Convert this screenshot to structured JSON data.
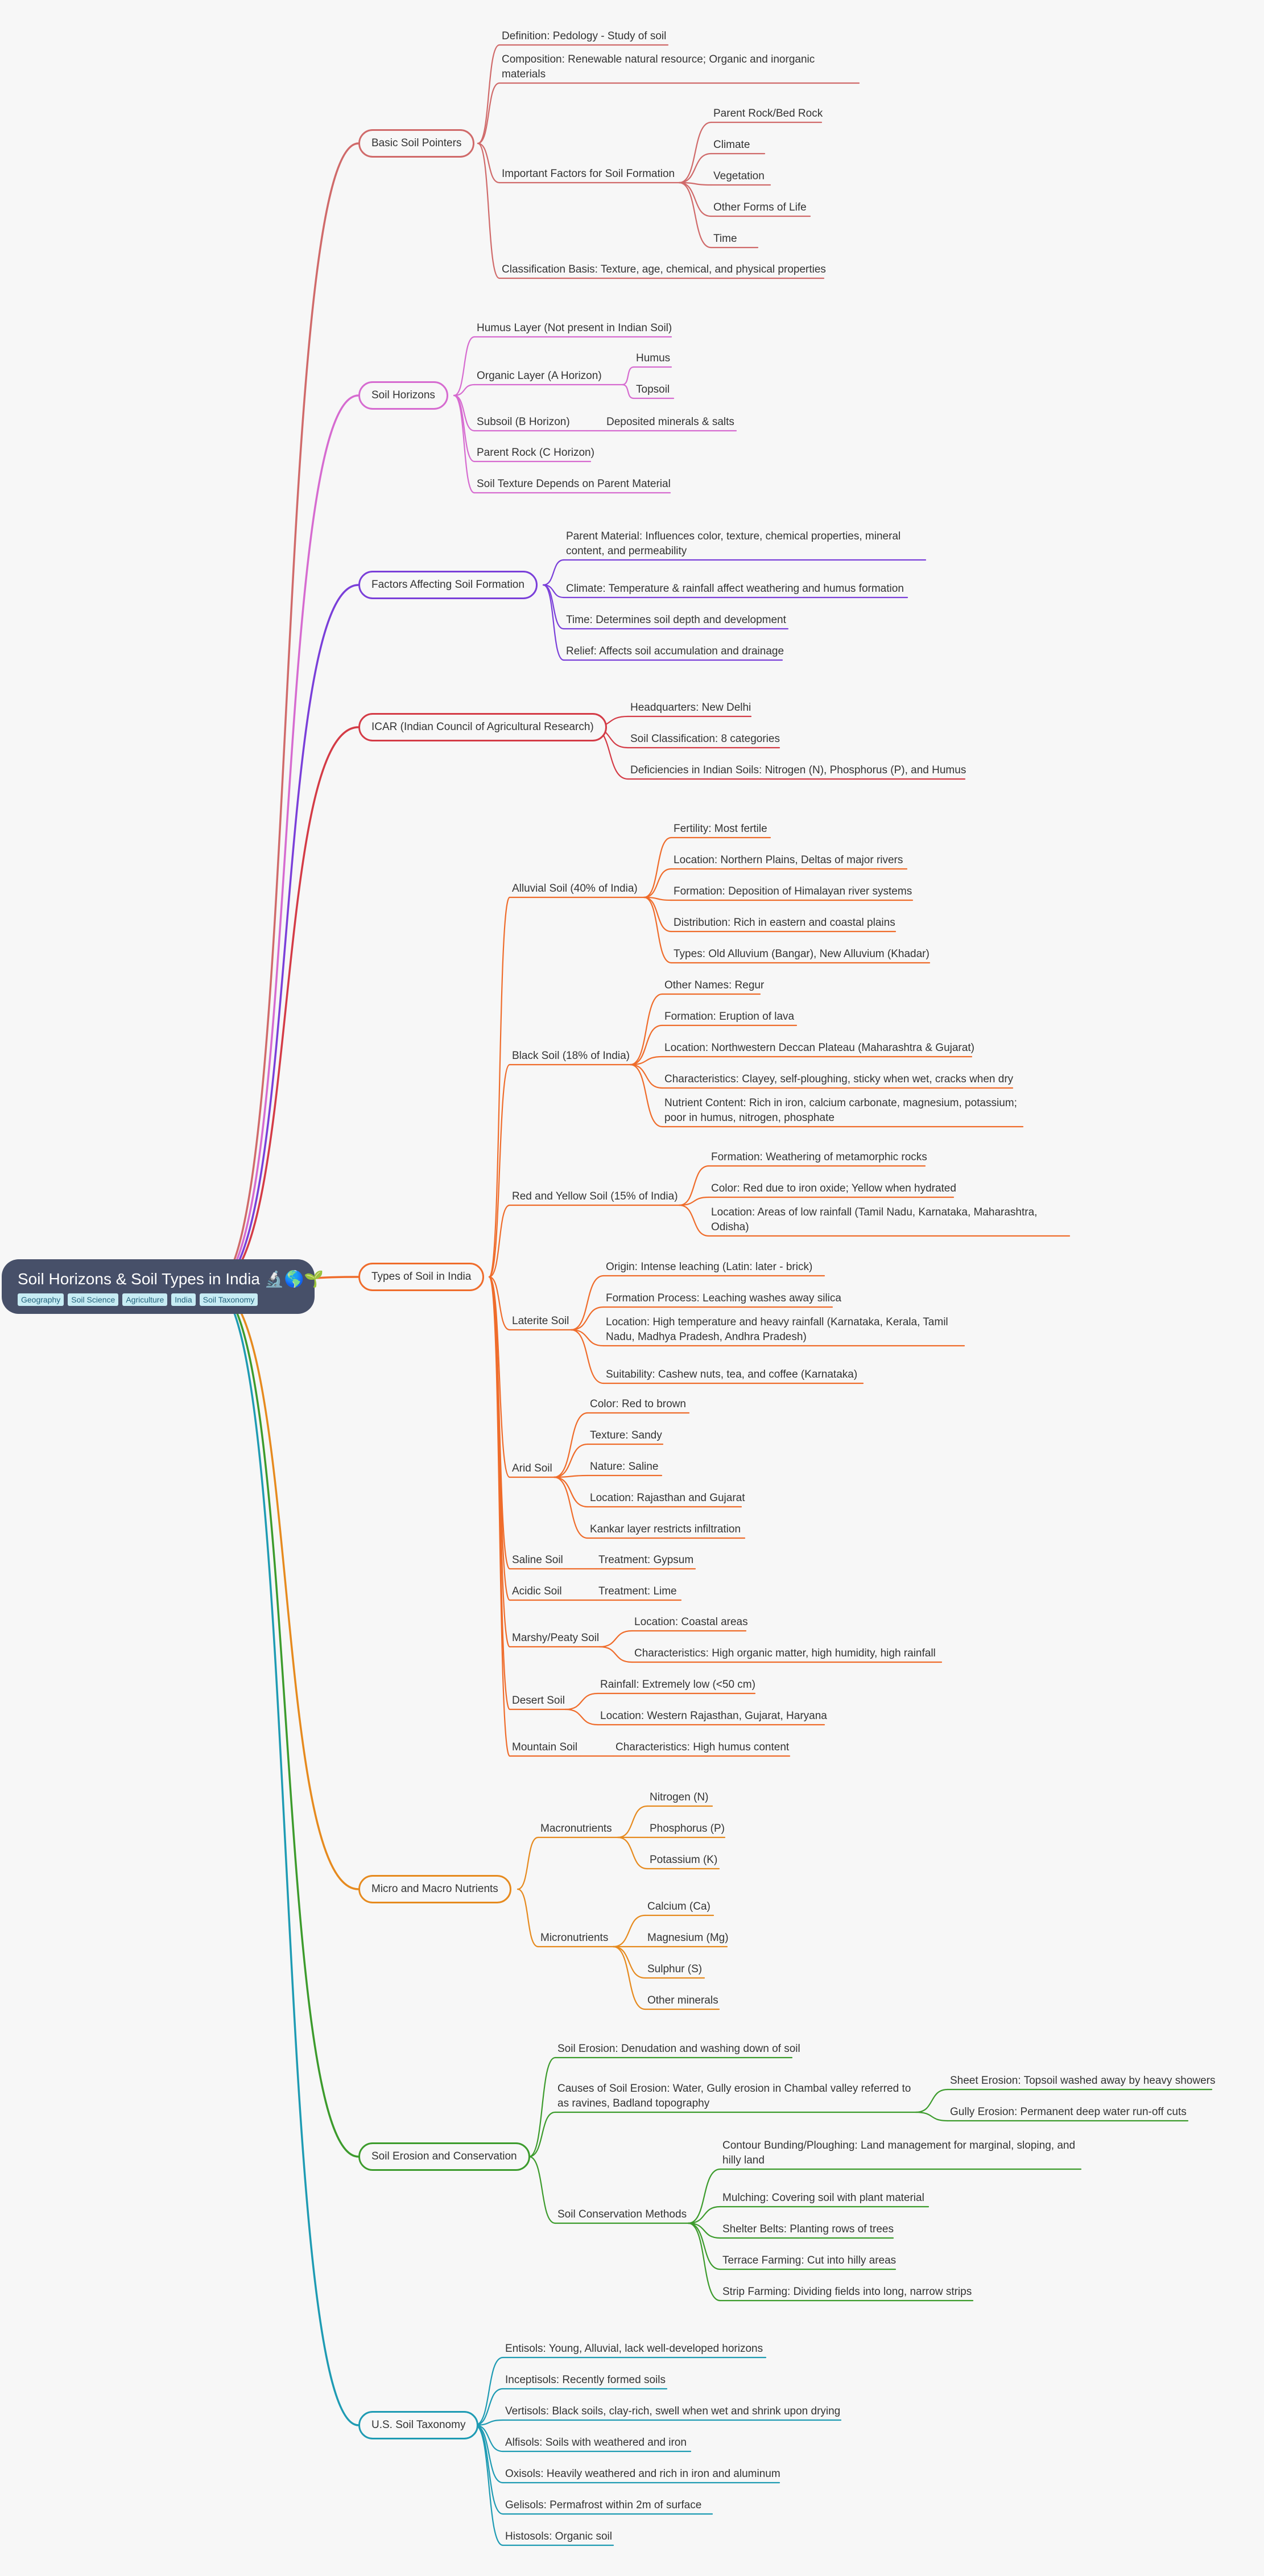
{
  "root": {
    "title": "Soil Horizons & Soil Types in India 🔬🌎🌱",
    "tags": [
      "Geography",
      "Soil Science",
      "Agriculture",
      "India",
      "Soil Taxonomy"
    ]
  },
  "colors": {
    "basic": "#d06a6a",
    "horizons": "#d66bd0",
    "factors": "#7a3fd9",
    "icar": "#d43b46",
    "types": "#ef6c2b",
    "nutrients": "#e68a1e",
    "erosion": "#3c9b2c",
    "taxonomy": "#1e9bb3",
    "text": "#333333"
  },
  "branches": [
    {
      "id": "b0",
      "label": "Basic Soil Pointers"
    },
    {
      "id": "b1",
      "label": "Soil Horizons"
    },
    {
      "id": "b2",
      "label": "Factors Affecting Soil Formation"
    },
    {
      "id": "b3",
      "label": "ICAR (Indian Council of Agricultural Research)"
    },
    {
      "id": "b4",
      "label": "Types of Soil in India"
    },
    {
      "id": "b5",
      "label": "Micro and Macro Nutrients"
    },
    {
      "id": "b6",
      "label": "Soil Erosion and Conservation"
    },
    {
      "id": "b7",
      "label": "U.S. Soil Taxonomy"
    }
  ],
  "nodes": {
    "n0": {
      "lines": [
        "Definition: Pedology - Study of soil"
      ]
    },
    "n1": {
      "lines": [
        "Composition: Renewable natural resource; Organic and inorganic",
        "materials"
      ]
    },
    "n2": {
      "lines": [
        "Important Factors for Soil Formation"
      ]
    },
    "n3": {
      "lines": [
        "Parent Rock/Bed Rock"
      ]
    },
    "n4": {
      "lines": [
        "Climate"
      ]
    },
    "n5": {
      "lines": [
        "Vegetation"
      ]
    },
    "n6": {
      "lines": [
        "Other Forms of Life"
      ]
    },
    "n7": {
      "lines": [
        "Time"
      ]
    },
    "n8": {
      "lines": [
        "Classification Basis: Texture, age, chemical, and physical properties"
      ]
    },
    "n9": {
      "lines": [
        "Humus Layer (Not present in Indian Soil)"
      ]
    },
    "n10": {
      "lines": [
        "Organic Layer (A Horizon)"
      ]
    },
    "n11": {
      "lines": [
        "Humus"
      ]
    },
    "n12": {
      "lines": [
        "Topsoil"
      ]
    },
    "n13": {
      "lines": [
        "Subsoil (B Horizon)"
      ]
    },
    "n14": {
      "lines": [
        "Deposited minerals & salts"
      ]
    },
    "n15": {
      "lines": [
        "Parent Rock (C Horizon)"
      ]
    },
    "n16": {
      "lines": [
        "Soil Texture Depends on Parent Material"
      ]
    },
    "n17": {
      "lines": [
        "Parent Material: Influences color, texture, chemical properties, mineral",
        "content, and permeability"
      ]
    },
    "n18": {
      "lines": [
        "Climate: Temperature & rainfall affect weathering and humus formation"
      ]
    },
    "n19": {
      "lines": [
        "Time: Determines soil depth and development"
      ]
    },
    "n20": {
      "lines": [
        "Relief: Affects soil accumulation and drainage"
      ]
    },
    "n21": {
      "lines": [
        "Headquarters: New Delhi"
      ]
    },
    "n22": {
      "lines": [
        "Soil Classification: 8 categories"
      ]
    },
    "n23": {
      "lines": [
        "Deficiencies in Indian Soils: Nitrogen (N), Phosphorus (P), and Humus"
      ]
    },
    "n24": {
      "lines": [
        "Alluvial Soil (40% of India)"
      ]
    },
    "n25": {
      "lines": [
        "Fertility: Most fertile"
      ]
    },
    "n26": {
      "lines": [
        "Location: Northern Plains, Deltas of major rivers"
      ]
    },
    "n27": {
      "lines": [
        "Formation: Deposition of Himalayan river systems"
      ]
    },
    "n28": {
      "lines": [
        "Distribution: Rich in eastern and coastal plains"
      ]
    },
    "n29": {
      "lines": [
        "Types: Old Alluvium (Bangar), New Alluvium (Khadar)"
      ]
    },
    "n30": {
      "lines": [
        "Black Soil (18% of India)"
      ]
    },
    "n31": {
      "lines": [
        "Other Names: Regur"
      ]
    },
    "n32": {
      "lines": [
        "Formation: Eruption of lava"
      ]
    },
    "n33": {
      "lines": [
        "Location: Northwestern Deccan Plateau (Maharashtra & Gujarat)"
      ]
    },
    "n34": {
      "lines": [
        "Characteristics: Clayey, self-ploughing, sticky when wet, cracks when dry"
      ]
    },
    "n35": {
      "lines": [
        "Nutrient Content: Rich in iron, calcium carbonate, magnesium, potassium;",
        "poor in humus, nitrogen, phosphate"
      ]
    },
    "n36": {
      "lines": [
        "Red and Yellow Soil (15% of India)"
      ]
    },
    "n37": {
      "lines": [
        "Formation: Weathering of metamorphic rocks"
      ]
    },
    "n38": {
      "lines": [
        "Color: Red due to iron oxide; Yellow when hydrated"
      ]
    },
    "n39": {
      "lines": [
        "Location: Areas of low rainfall (Tamil Nadu, Karnataka, Maharashtra,",
        "Odisha)"
      ]
    },
    "n40": {
      "lines": [
        "Laterite Soil"
      ]
    },
    "n41": {
      "lines": [
        "Origin: Intense leaching (Latin: later - brick)"
      ]
    },
    "n42": {
      "lines": [
        "Formation Process: Leaching washes away silica"
      ]
    },
    "n43": {
      "lines": [
        "Location: High temperature and heavy rainfall (Karnataka, Kerala, Tamil",
        "Nadu, Madhya Pradesh, Andhra Pradesh)"
      ]
    },
    "n44": {
      "lines": [
        "Suitability: Cashew nuts, tea, and coffee (Karnataka)"
      ]
    },
    "n45": {
      "lines": [
        "Arid Soil"
      ]
    },
    "n46": {
      "lines": [
        "Color: Red to brown"
      ]
    },
    "n47": {
      "lines": [
        "Texture: Sandy"
      ]
    },
    "n48": {
      "lines": [
        "Nature: Saline"
      ]
    },
    "n49": {
      "lines": [
        "Location: Rajasthan and Gujarat"
      ]
    },
    "n50": {
      "lines": [
        "Kankar layer restricts infiltration"
      ]
    },
    "n51": {
      "lines": [
        "Saline Soil"
      ]
    },
    "n52": {
      "lines": [
        "Treatment: Gypsum"
      ]
    },
    "n53": {
      "lines": [
        "Acidic Soil"
      ]
    },
    "n54": {
      "lines": [
        "Treatment: Lime"
      ]
    },
    "n55": {
      "lines": [
        "Marshy/Peaty Soil"
      ]
    },
    "n56": {
      "lines": [
        "Location: Coastal areas"
      ]
    },
    "n57": {
      "lines": [
        "Characteristics: High organic matter, high humidity, high rainfall"
      ]
    },
    "n58": {
      "lines": [
        "Desert Soil"
      ]
    },
    "n59": {
      "lines": [
        "Rainfall: Extremely low (<50 cm)"
      ]
    },
    "n60": {
      "lines": [
        "Location: Western Rajasthan, Gujarat, Haryana"
      ]
    },
    "n61": {
      "lines": [
        "Mountain Soil"
      ]
    },
    "n62": {
      "lines": [
        "Characteristics: High humus content"
      ]
    },
    "n63": {
      "lines": [
        "Macronutrients"
      ]
    },
    "n64": {
      "lines": [
        "Nitrogen (N)"
      ]
    },
    "n65": {
      "lines": [
        "Phosphorus (P)"
      ]
    },
    "n66": {
      "lines": [
        "Potassium (K)"
      ]
    },
    "n67": {
      "lines": [
        "Micronutrients"
      ]
    },
    "n68": {
      "lines": [
        "Calcium (Ca)"
      ]
    },
    "n69": {
      "lines": [
        "Magnesium (Mg)"
      ]
    },
    "n70": {
      "lines": [
        "Sulphur (S)"
      ]
    },
    "n71": {
      "lines": [
        "Other minerals"
      ]
    },
    "n72": {
      "lines": [
        "Soil Erosion: Denudation and washing down of soil"
      ]
    },
    "n73": {
      "lines": [
        "Causes of Soil Erosion: Water, Gully erosion in Chambal valley referred to",
        "as ravines, Badland topography"
      ]
    },
    "n74": {
      "lines": [
        "Sheet Erosion: Topsoil washed away by heavy showers"
      ]
    },
    "n75": {
      "lines": [
        "Gully Erosion: Permanent deep water run-off cuts"
      ]
    },
    "n76": {
      "lines": [
        "Soil Conservation Methods"
      ]
    },
    "n77": {
      "lines": [
        "Contour Bunding/Ploughing: Land management for marginal, sloping, and",
        "hilly land"
      ]
    },
    "n78": {
      "lines": [
        "Mulching: Covering soil with plant material"
      ]
    },
    "n79": {
      "lines": [
        "Shelter Belts: Planting rows of trees"
      ]
    },
    "n80": {
      "lines": [
        "Terrace Farming: Cut into hilly areas"
      ]
    },
    "n81": {
      "lines": [
        "Strip Farming: Dividing fields into long, narrow strips"
      ]
    },
    "n82": {
      "lines": [
        "Entisols: Young, Alluvial, lack well-developed horizons"
      ]
    },
    "n83": {
      "lines": [
        "Inceptisols: Recently formed soils"
      ]
    },
    "n84": {
      "lines": [
        "Vertisols: Black soils, clay-rich, swell when wet and shrink upon drying"
      ]
    },
    "n85": {
      "lines": [
        "Alfisols: Soils with weathered and iron"
      ]
    },
    "n86": {
      "lines": [
        "Oxisols: Heavily weathered and rich in iron and aluminum"
      ]
    },
    "n87": {
      "lines": [
        "Gelisols: Permafrost within 2m of surface"
      ]
    },
    "n88": {
      "lines": [
        "Histosols: Organic soil"
      ]
    }
  }
}
